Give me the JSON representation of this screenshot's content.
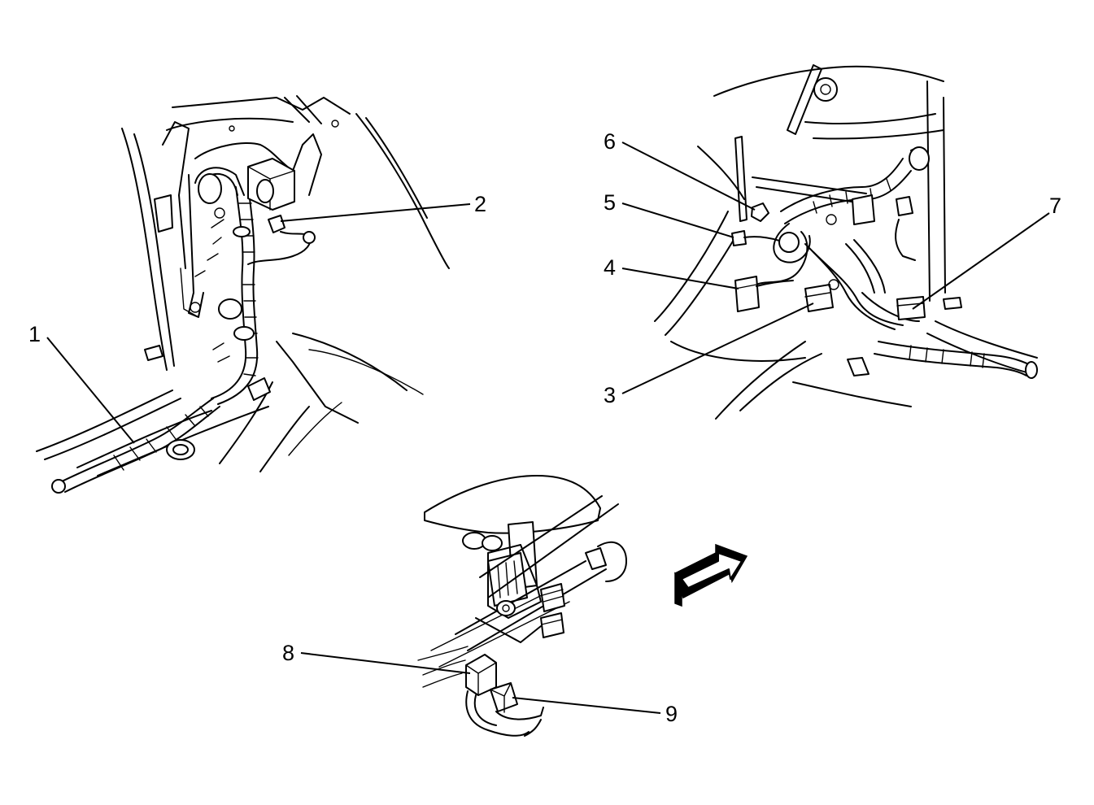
{
  "callouts": [
    {
      "id": "1",
      "label": "1"
    },
    {
      "id": "2",
      "label": "2"
    },
    {
      "id": "3",
      "label": "3"
    },
    {
      "id": "4",
      "label": "4"
    },
    {
      "id": "5",
      "label": "5"
    },
    {
      "id": "6",
      "label": "6"
    },
    {
      "id": "7",
      "label": "7"
    },
    {
      "id": "8",
      "label": "8"
    },
    {
      "id": "9",
      "label": "9"
    }
  ],
  "icons": {
    "direction_arrow": "arrow-icon"
  }
}
